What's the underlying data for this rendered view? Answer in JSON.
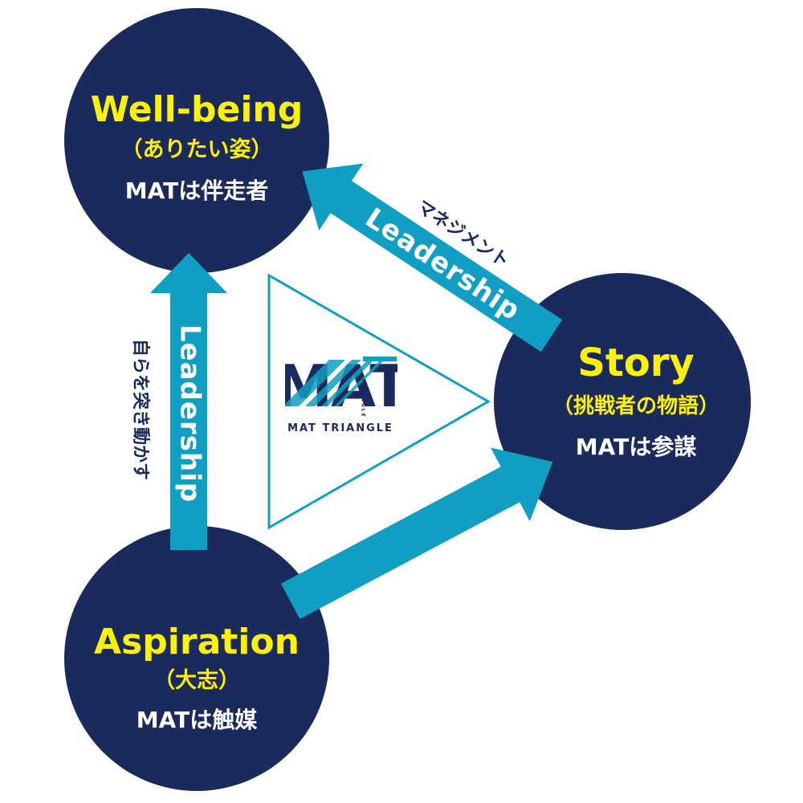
{
  "colors": {
    "navy": "#1b2a5c",
    "accent": "#119ec3",
    "title_yellow": "#fff200",
    "white": "#ffffff"
  },
  "nodes": {
    "wellbeing": {
      "title": "Well-being",
      "subtitle": "（ありたい姿）",
      "role": "MATは伴走者"
    },
    "story": {
      "title": "Story",
      "subtitle": "（挑戦者の物語）",
      "role": "MATは参謀"
    },
    "aspiration": {
      "title": "Aspiration",
      "subtitle": "（大志）",
      "role": "MATは触媒"
    }
  },
  "arrows": {
    "vertical": {
      "label": "Leadership",
      "side_note": "自らを突き動かす"
    },
    "diagonal": {
      "label": "Leadership",
      "side_note": "マネジメント"
    }
  },
  "logo": {
    "mark": "MAT",
    "mark_small": "TRIANGLE",
    "caption": "MAT TRIANGLE"
  }
}
